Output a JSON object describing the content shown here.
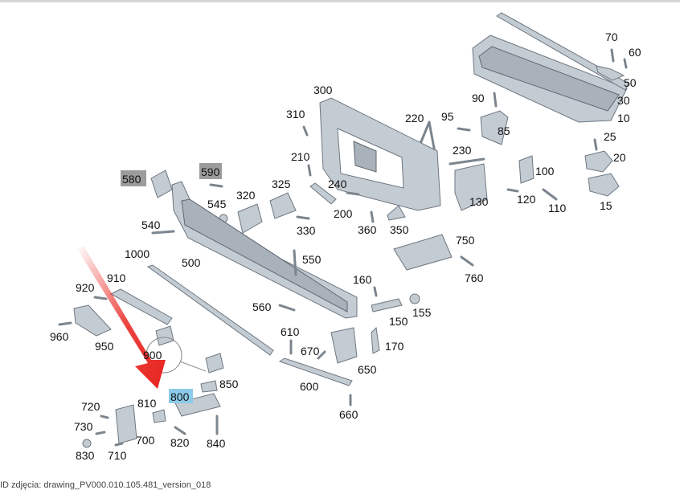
{
  "caption": "ID zdjęcia: drawing_PV000.010.105.481_version_018",
  "labels": {
    "p10": "10",
    "p15": "15",
    "p20": "20",
    "p25": "25",
    "p30": "30",
    "p50": "50",
    "p60": "60",
    "p70": "70",
    "p85": "85",
    "p90": "90",
    "p95": "95",
    "p100": "100",
    "p110": "110",
    "p120": "120",
    "p130": "130",
    "p150": "150",
    "p155": "155",
    "p160": "160",
    "p170": "170",
    "p200": "200",
    "p210": "210",
    "p220": "220",
    "p230": "230",
    "p240": "240",
    "p300": "300",
    "p310": "310",
    "p320": "320",
    "p325": "325",
    "p330": "330",
    "p350": "350",
    "p360": "360",
    "p500": "500",
    "p540": "540",
    "p545": "545",
    "p550": "550",
    "p560": "560",
    "p580": "580",
    "p590": "590",
    "p600": "600",
    "p610": "610",
    "p650": "650",
    "p660": "660",
    "p670": "670",
    "p700": "700",
    "p710": "710",
    "p720": "720",
    "p730": "730",
    "p750": "750",
    "p760": "760",
    "p800": "800",
    "p810": "810",
    "p820": "820",
    "p830": "830",
    "p840": "840",
    "p850": "850",
    "p900": "900",
    "p910": "910",
    "p920": "920",
    "p950": "950",
    "p960": "960",
    "p1000": "1000"
  },
  "colors": {
    "highlight_gray": "#9c9c9c",
    "highlight_blue": "#8ccbe9",
    "arrow_red": "#e8231e"
  }
}
